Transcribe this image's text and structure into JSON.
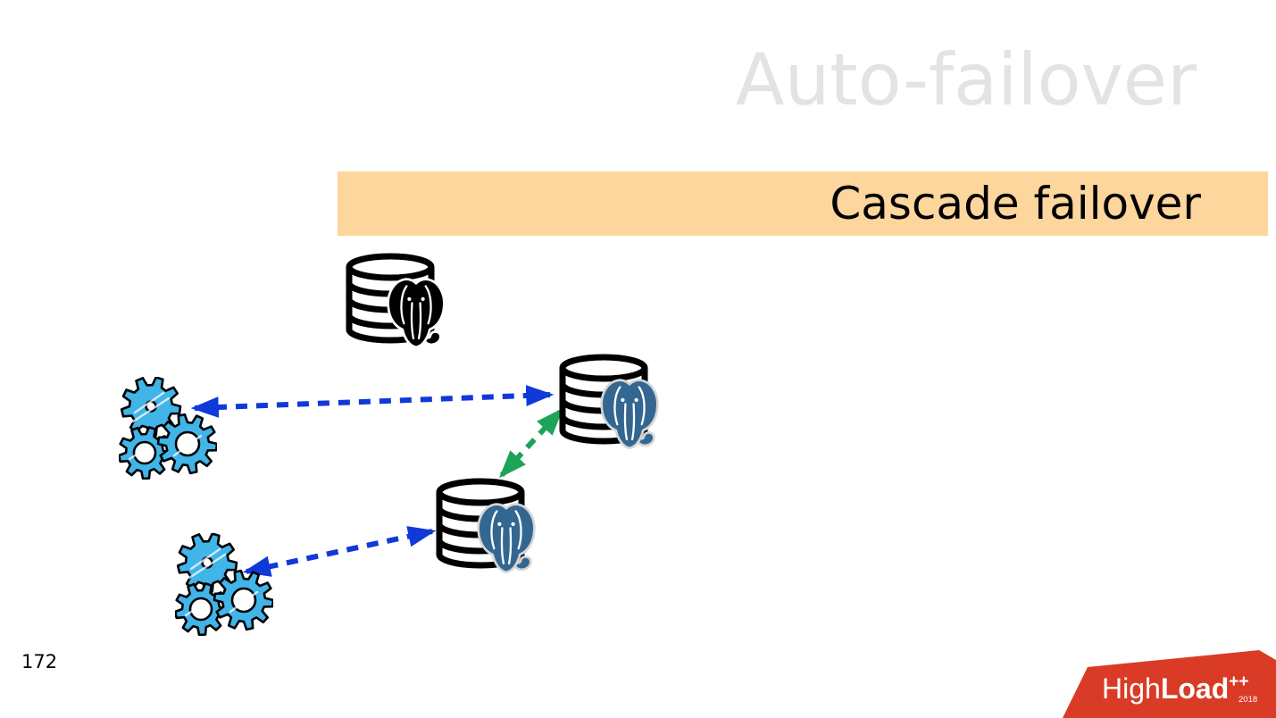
{
  "slide": {
    "title": "Auto-failover",
    "banner": "Cascade failover",
    "page_number": "172"
  },
  "palette": {
    "title_color": "#e3e3e3",
    "banner_bg": "#fdd69d",
    "banner_text": "#000000",
    "arrow_blue": "#1039d9",
    "arrow_green": "#1ea35a",
    "gear_fill": "#41b4e8",
    "postgres_blue": "#336791",
    "failed_node_color": "#000000",
    "logo_red": "#da3b26"
  },
  "diagram": {
    "nodes": [
      {
        "id": "old-master-db",
        "icon": "postgres-database-icon",
        "state": "failed"
      },
      {
        "id": "new-master-db",
        "icon": "postgres-database-icon",
        "state": "active"
      },
      {
        "id": "cascade-standby-db",
        "icon": "postgres-database-icon",
        "state": "active"
      },
      {
        "id": "app-clients-top",
        "icon": "gears-icon",
        "state": "active"
      },
      {
        "id": "app-clients-bottom",
        "icon": "gears-icon",
        "state": "active"
      }
    ],
    "edges": [
      {
        "from": "app-clients-top",
        "to": "new-master-db",
        "style": "dashed",
        "color": "blue",
        "bidirectional": true
      },
      {
        "from": "cascade-standby-db",
        "to": "new-master-db",
        "style": "dashed",
        "color": "green",
        "bidirectional": true
      },
      {
        "from": "app-clients-bottom",
        "to": "cascade-standby-db",
        "style": "dashed",
        "color": "blue",
        "bidirectional": true
      }
    ]
  },
  "logo": {
    "text_light": "High",
    "text_bold": "Load",
    "suffix": "++",
    "year": "2018"
  }
}
